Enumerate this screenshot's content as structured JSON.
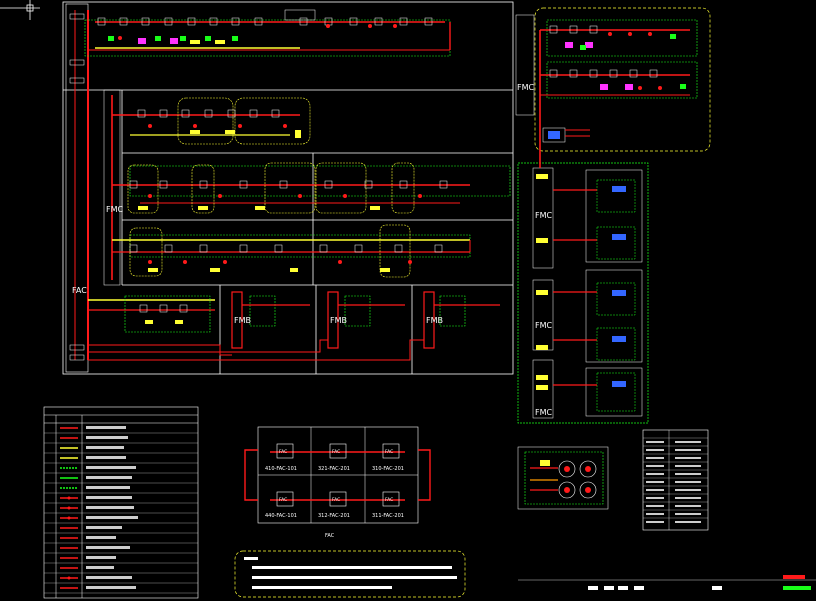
{
  "labels": {
    "fac_main": "FAC",
    "fmc_left": "FMC",
    "fmb_1": "FMB",
    "fmb_2": "FMB",
    "fmb_3": "FMB",
    "fmc_right_1": "FMC",
    "fmc_right_2": "FMC",
    "fmc_right_3": "FMC",
    "fac_top_right": "FMC"
  },
  "fac_panel": {
    "cells": [
      {
        "code": "410-FAC-101"
      },
      {
        "code": "321-FAC-201"
      },
      {
        "code": "310-FAC-201"
      },
      {
        "code": "440-FAC-101"
      },
      {
        "code": "312-FAC-201"
      },
      {
        "code": "311-FAC-201"
      }
    ],
    "caption": "FAC"
  },
  "colors": {
    "background": "#000000",
    "red": "#ff1a1a",
    "yellow": "#ffff33",
    "green": "#19ff19",
    "white": "#ffffff",
    "magenta": "#ff33ff",
    "blue": "#3366ff",
    "orange": "#ff9900"
  }
}
